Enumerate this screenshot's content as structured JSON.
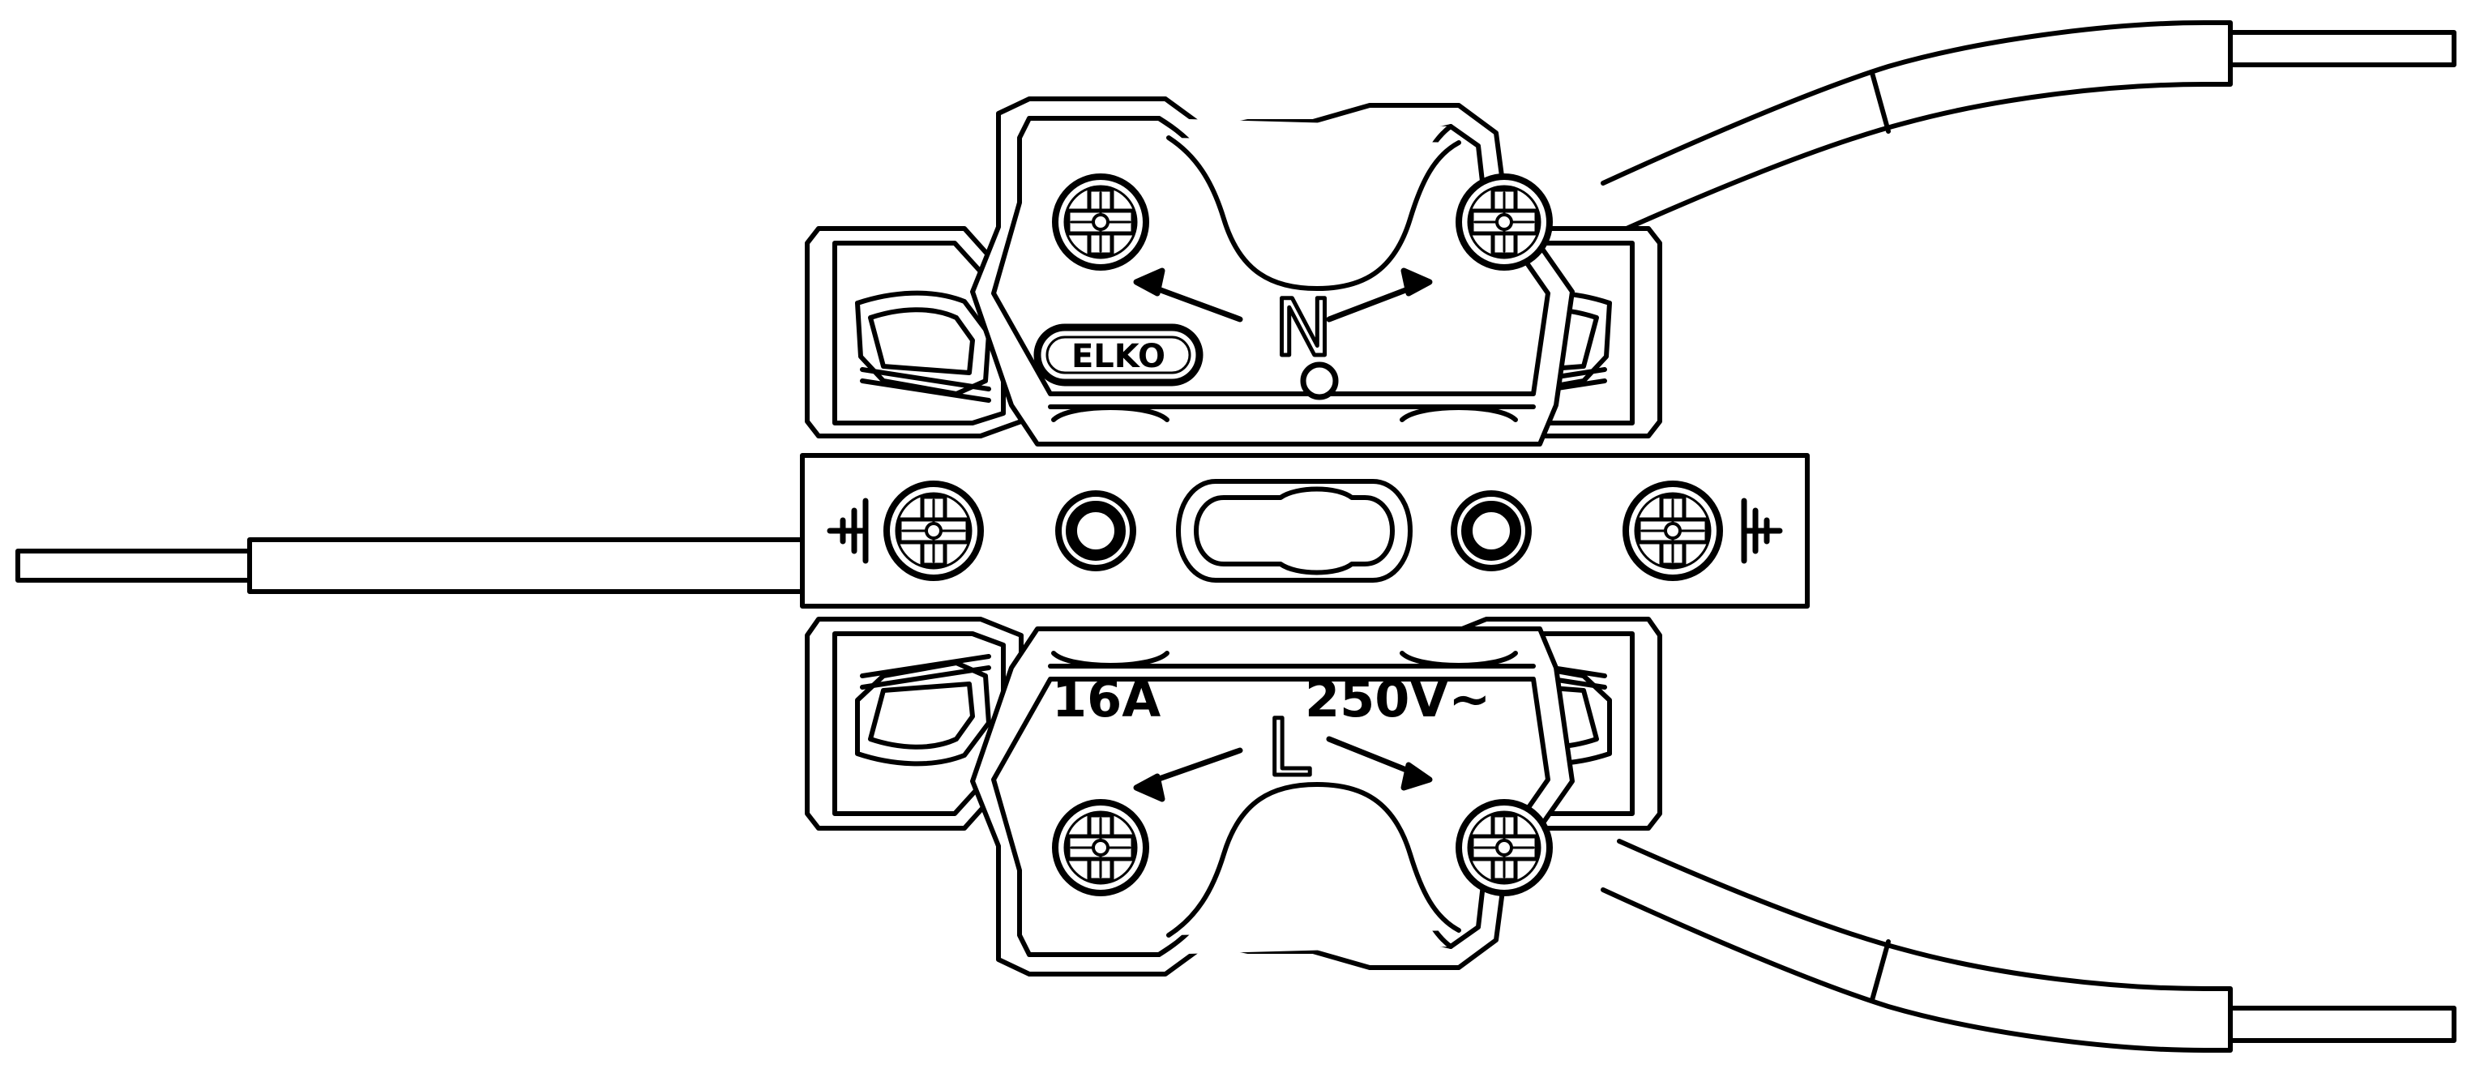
{
  "labels": {
    "brand": "ELKO",
    "neutral": "N",
    "line": "L",
    "current_rating": "16A",
    "voltage_rating": "250V~"
  },
  "colors": {
    "stroke": "#000000",
    "background": "#ffffff"
  },
  "icons": [
    "earth-ground-icon",
    "screw-terminal-icon",
    "arrow-icon"
  ]
}
